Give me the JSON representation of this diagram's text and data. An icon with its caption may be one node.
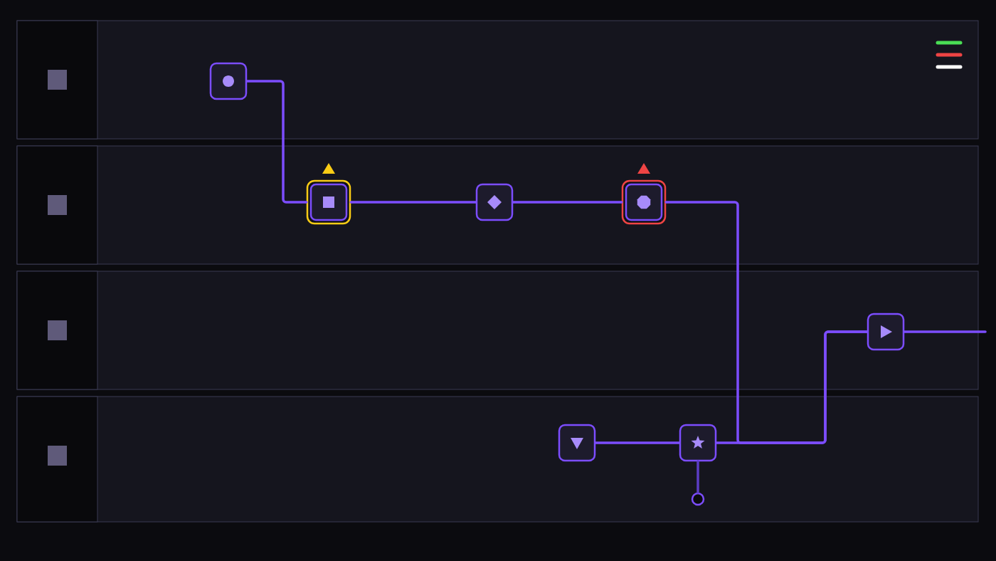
{
  "diagram": {
    "nodes": [
      {
        "text": [],
        "shape": "band"
      },
      {
        "text": [],
        "shape": "box",
        "in": 0
      },
      {
        "text": [],
        "shape": "band"
      },
      {
        "text": [],
        "shape": "box",
        "in": 2
      },
      {
        "text": [],
        "shape": "box",
        "in": 2
      },
      {
        "text": [],
        "shape": "box",
        "in": 2
      },
      {
        "text": [],
        "shape": "band"
      },
      {
        "text": [],
        "shape": "box",
        "in": 6
      },
      {
        "text": [],
        "shape": "band"
      },
      {
        "text": [],
        "shape": "box",
        "in": 8
      },
      {
        "text": [],
        "shape": "box",
        "in": 8
      },
      {
        "text": [],
        "shape": "circle",
        "in": 8
      }
    ],
    "edges": [
      {
        "from": 1,
        "to": 3,
        "arrow": "none"
      },
      {
        "from": 3,
        "to": 4,
        "arrow": "none"
      },
      {
        "from": 4,
        "to": 5,
        "arrow": "none"
      },
      {
        "from": 5,
        "to": 7,
        "arrow": "none"
      },
      {
        "from": 9,
        "to": 10,
        "arrow": "none"
      },
      {
        "from": 10,
        "to": 7,
        "arrow": "none"
      },
      {
        "from": 7,
        "to": null,
        "arrow": "none"
      },
      {
        "from": 10,
        "to": 11,
        "arrow": "none",
        "color": "#5b3cc4"
      }
    ]
  }
}
